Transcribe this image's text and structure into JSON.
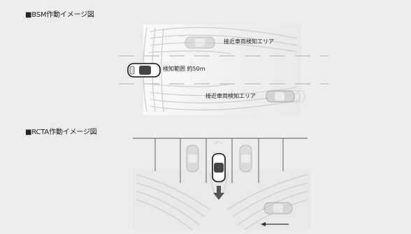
{
  "bsm": {
    "title": "■BSM作動イメージ図",
    "label_top": "接近車両検知エリア",
    "label_middle": "検知範囲 約50m",
    "label_bottom": "接近車両検知エリア"
  },
  "rcta": {
    "title": "■RCTA作動イメージ図"
  }
}
